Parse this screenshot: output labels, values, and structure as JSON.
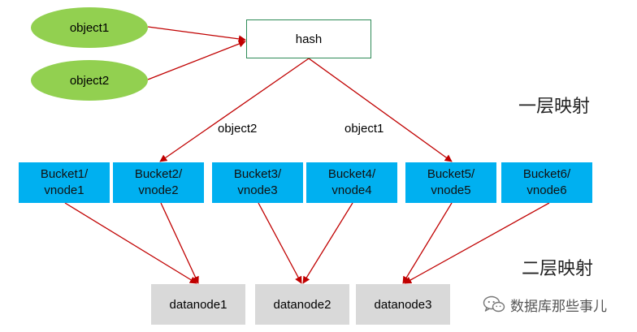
{
  "objects": [
    {
      "label": "object1"
    },
    {
      "label": "object2"
    }
  ],
  "hash": {
    "label": "hash"
  },
  "edge_labels": {
    "left": "object2",
    "right": "object1"
  },
  "layers": {
    "first": "一层映射",
    "second": "二层映射"
  },
  "buckets": [
    {
      "line1": "Bucket1/",
      "line2": "vnode1"
    },
    {
      "line1": "Bucket2/",
      "line2": "vnode2"
    },
    {
      "line1": "Bucket3/",
      "line2": "vnode3"
    },
    {
      "line1": "Bucket4/",
      "line2": "vnode4"
    },
    {
      "line1": "Bucket5/",
      "line2": "vnode5"
    },
    {
      "line1": "Bucket6/",
      "line2": "vnode6"
    }
  ],
  "datanodes": [
    {
      "label": "datanode1"
    },
    {
      "label": "datanode2"
    },
    {
      "label": "datanode3"
    }
  ],
  "watermark": {
    "text": "数据库那些事儿",
    "icon": "wechat-icon"
  },
  "colors": {
    "object_fill": "#92d050",
    "bucket_fill": "#00b0f0",
    "datanode_fill": "#d9d9d9",
    "arrow": "#c00000",
    "hash_border": "#2e8b57"
  }
}
